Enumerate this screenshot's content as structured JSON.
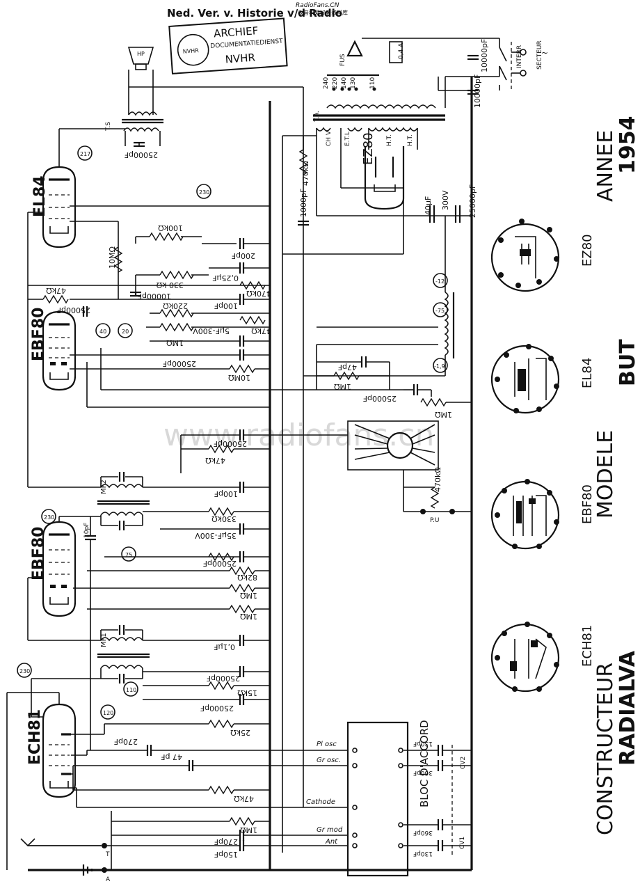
{
  "header": {
    "source": "Ned. Ver. v. Historie v/d Radio",
    "site_tag": "RadioFans.CN",
    "site_sub": "收音机爱好者资料库"
  },
  "stamp": {
    "title": "ARCHIEF",
    "subtitle": "DOCUMENTATIEDIENST",
    "org": "NVHR",
    "logo_text": "NVHR"
  },
  "watermark": "www.radiofans.cn",
  "title_block": {
    "constructeur_label": "CONSTRUCTEUR",
    "constructeur_value": "RADIALVA",
    "modele_label": "MODELE",
    "modele_value": "BUT",
    "annee_label": "ANNEE",
    "annee_value": "1954"
  },
  "valves": {
    "el84": "EL84",
    "ebf80_a": "EBF80",
    "ebf80_b": "EBF80",
    "ech81": "ECH81",
    "ez80": "EZ80"
  },
  "base_diagrams": [
    "EZ80",
    "EL84",
    "EBF80",
    "ECH81"
  ],
  "transformer": {
    "fuse": "FUS",
    "fuse_rating": "0,4 A",
    "taps": [
      "240",
      "220",
      "140",
      "130",
      "110"
    ],
    "ta": "T.A.",
    "chv": "CH V",
    "etl": "E.T.L",
    "ht1": "H.T.",
    "ht2": "H.T.",
    "interr": "INTERR",
    "secteur": "SECTEUR",
    "c1": "10000pF",
    "c2": "10000pF"
  },
  "speaker": {
    "hp": "HP",
    "ts": "T.S",
    "c": "25000pF"
  },
  "bloc": {
    "title": "BLOC  D'ACCORD",
    "pins_left": [
      "Pl osc",
      "Gr osc.",
      "Cathode",
      "Gr mod",
      "Ant"
    ],
    "cv2": "CV2",
    "cv1": "CV1",
    "caps": [
      "130pF",
      "360pF",
      "360pF",
      "130pF"
    ]
  },
  "labels": {
    "r_100k": "100kΩ",
    "c_200pf": "200pF",
    "r_10m": "10MΩ",
    "c_1000pf": "1000pF",
    "r_470k_top": "470kΩ",
    "r_330k_top": "330 kΩ",
    "c_10000pf": "10000pF",
    "c_025": "0,25µF",
    "r_470k_mid": "470kΩ",
    "r_47k": "47kΩ",
    "c_100pf_a": "100pF",
    "c_25000_a": "25000pF",
    "r_220k": "220kΩ",
    "r_47k_b": "47kΩ",
    "c_5uf": "5µF-300V",
    "r_1m_a": "1MΩ",
    "c_25000_b": "25000pF",
    "r_10m_b": "10MΩ",
    "c_40uf": "40µF",
    "v_300": "300V",
    "c_25000_c": "25000pF",
    "c_47pf": "47pF",
    "r_1m_b": "1MΩ",
    "c_25000_d": "25000pF",
    "r_1m_pot": "1MΩ",
    "c_25000_e": "25000pF",
    "r_47k_c": "47kΩ",
    "mf2": "MF2",
    "c_100pf_b": "100pF",
    "r_330k_b": "330kΩ",
    "c_10pf": "10pF",
    "c_35uf": "35µF-300V",
    "c_25000_f": "25000pF",
    "r_82k": "82kΩ",
    "r_1m_c": "1MΩ",
    "r_1m_d": "1MΩ",
    "mf1": "MF1",
    "c_01uf": "0,1µF",
    "c_25000_g": "25000pF",
    "r_15k": "15kΩ",
    "c_25000_h": "25000pF",
    "r_25k": "25kΩ",
    "c_270pf_a": "270pF",
    "c_47pf_b": "47 pF",
    "r_47k_d": "47kΩ",
    "r_1m_e": "1MΩ",
    "c_270pf_b": "270pF",
    "c_150pf": "150pF",
    "r_470k_pu": "470kΩ",
    "pu": "P.U",
    "ant_t": "T",
    "gnd_a": "A"
  },
  "test_points": [
    "217",
    "230",
    "40",
    "20",
    "230",
    "75",
    "230",
    "110",
    "120",
    "-12",
    "-75",
    "-1,9"
  ]
}
